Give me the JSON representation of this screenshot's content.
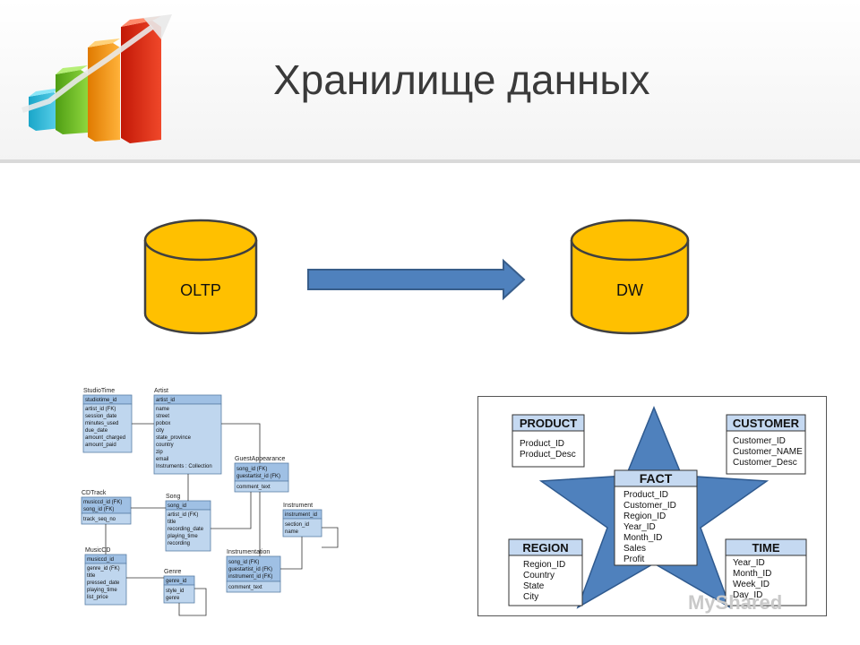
{
  "slide": {
    "title": "Хранилище данных"
  },
  "flow": {
    "source_label": "OLTP",
    "target_label": "DW",
    "cylinder_color": "#FFC000",
    "arrow_color": "#4F81BD"
  },
  "er_diagram": {
    "tables": [
      {
        "name": "StudioTime",
        "pk": "studiotime_id",
        "fields": [
          "artist_id (FK)",
          "session_date",
          "minutes_used",
          "due_date",
          "amount_charged",
          "amount_paid"
        ]
      },
      {
        "name": "Artist",
        "pk": "artist_id",
        "fields": [
          "name",
          "street",
          "pobox",
          "city",
          "state_province",
          "country",
          "zip",
          "email",
          "Instruments : Collection"
        ]
      },
      {
        "name": "GuestAppearance",
        "pk": "song_id (FK)",
        "pk2": "guestartist_id (FK)",
        "fields": [
          "comment_text"
        ]
      },
      {
        "name": "CDTrack",
        "pk": "musiccd_id (FK)",
        "pk2": "song_id (FK)",
        "fields": [
          "track_seq_no"
        ]
      },
      {
        "name": "Song",
        "pk": "song_id",
        "fields": [
          "artist_id (FK)",
          "title",
          "recording_date",
          "playing_time",
          "recording"
        ]
      },
      {
        "name": "Instrument",
        "pk": "instrument_id",
        "fields": [
          "section_id",
          "name"
        ]
      },
      {
        "name": "MusicCD",
        "pk": "musiccd_id",
        "fields": [
          "genre_id (FK)",
          "title",
          "pressed_date",
          "playing_time",
          "list_price"
        ]
      },
      {
        "name": "Genre",
        "pk": "genre_id",
        "fields": [
          "style_id",
          "genre"
        ]
      },
      {
        "name": "Instrumentation",
        "pk": "song_id (FK)",
        "pk2": "guestartist_id (FK)",
        "pk3": "instrument_id (FK)",
        "fields": [
          "comment_text"
        ]
      }
    ]
  },
  "star_schema": {
    "star_color": "#4F81BD",
    "header_color": "#C5D9F1",
    "fact": {
      "name": "FACT",
      "fields": [
        "Product_ID",
        "Customer_ID",
        "Region_ID",
        "Year_ID",
        "Month_ID",
        "Sales",
        "Profit"
      ]
    },
    "dimensions": [
      {
        "key": "product",
        "name": "PRODUCT",
        "fields": [
          "Product_ID",
          "Product_Desc"
        ]
      },
      {
        "key": "customer",
        "name": "CUSTOMER",
        "fields": [
          "Customer_ID",
          "Customer_NAME",
          "Customer_Desc"
        ]
      },
      {
        "key": "region",
        "name": "REGION",
        "fields": [
          "Region_ID",
          "Country",
          "State",
          "City"
        ]
      },
      {
        "key": "time",
        "name": "TIME",
        "fields": [
          "Year_ID",
          "Month_ID",
          "Week_ID",
          "Day_ID"
        ]
      }
    ]
  },
  "watermark": "MyShared"
}
